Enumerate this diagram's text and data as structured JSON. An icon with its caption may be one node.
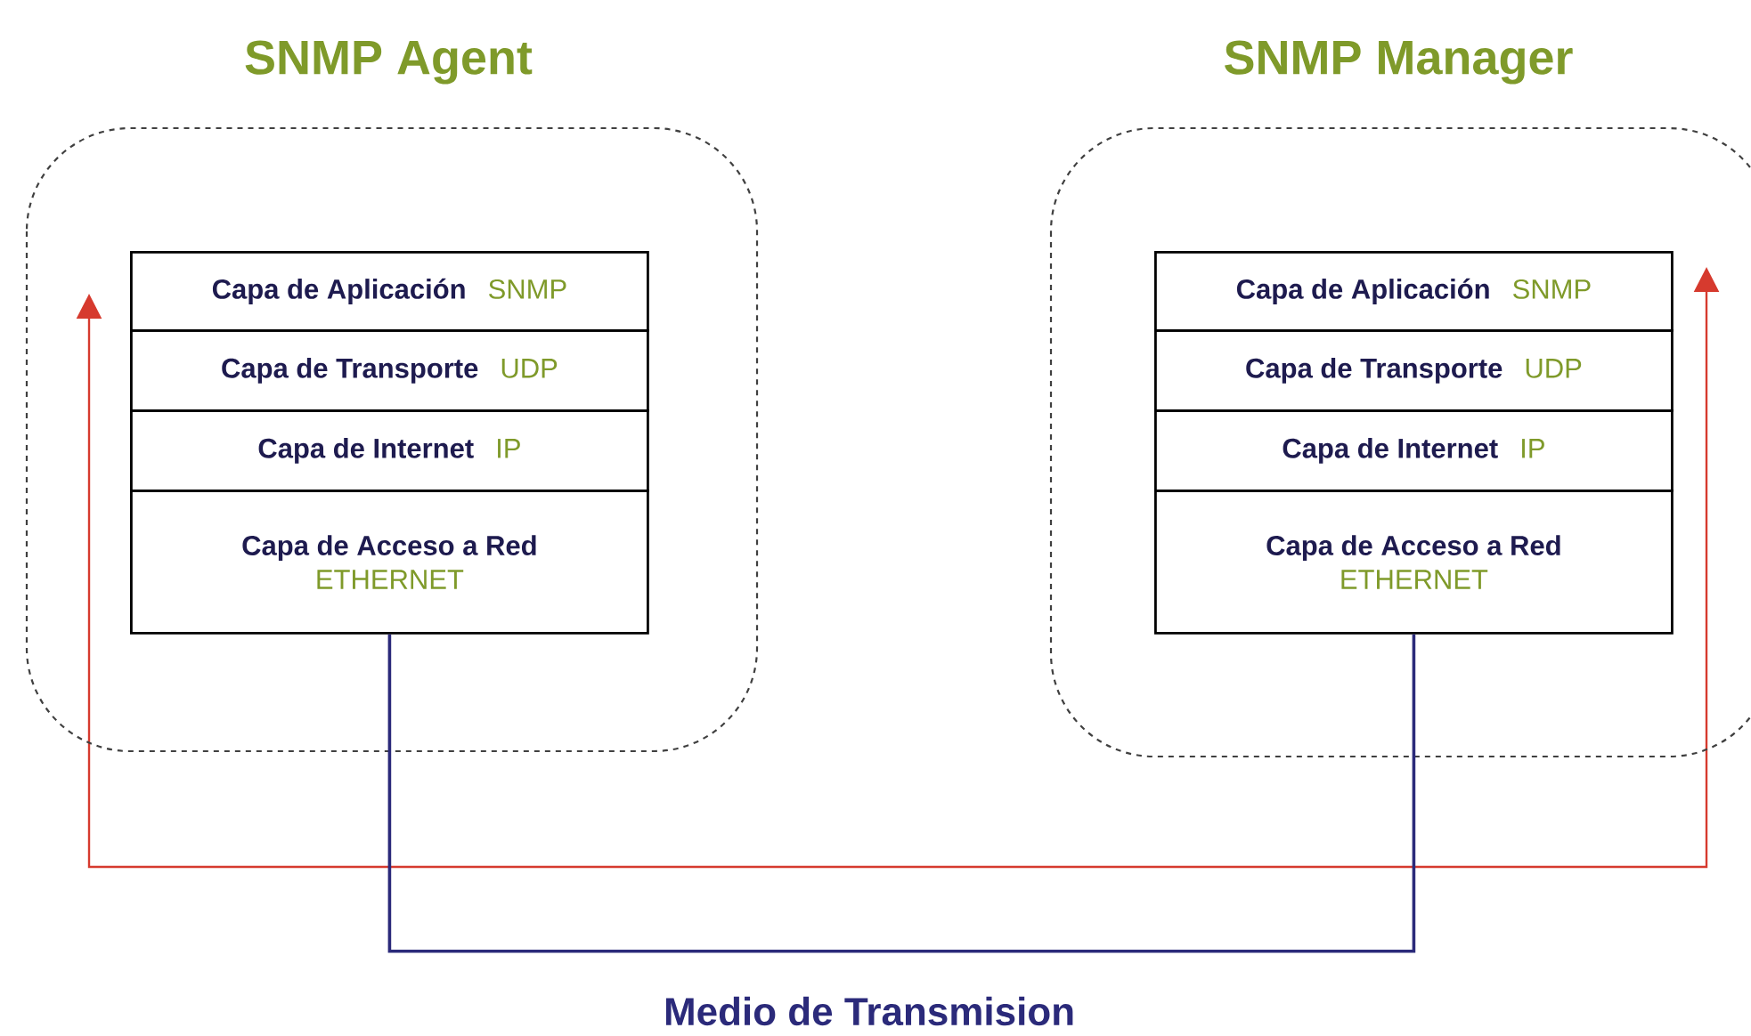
{
  "diagram": {
    "nodes": [
      {
        "text": [
          "SNMP Agent"
        ]
      },
      {
        "text": [
          "Capa de Aplicación",
          "SNMP"
        ],
        "in": 0
      },
      {
        "text": [
          "Capa de Transporte",
          "UDP"
        ],
        "in": 0
      },
      {
        "text": [
          "Capa de Internet",
          "IP"
        ],
        "in": 0
      },
      {
        "text": [
          "Capa de Acceso a Red",
          "ETHERNET"
        ],
        "in": 0
      },
      {
        "text": [
          "SNMP Manager"
        ]
      },
      {
        "text": [
          "Capa de Aplicación",
          "SNMP"
        ],
        "in": 5
      },
      {
        "text": [
          "Capa de Transporte",
          "UDP"
        ],
        "in": 5
      },
      {
        "text": [
          "Capa de Internet",
          "IP"
        ],
        "in": 5
      },
      {
        "text": [
          "Capa de Acceso a Red",
          "ETHERNET"
        ],
        "in": 5
      }
    ],
    "edges": [
      {
        "from": 4,
        "to": 9,
        "arrow": "none",
        "label": "Medio de Transmision",
        "color": "#2b2a7a"
      }
    ]
  }
}
